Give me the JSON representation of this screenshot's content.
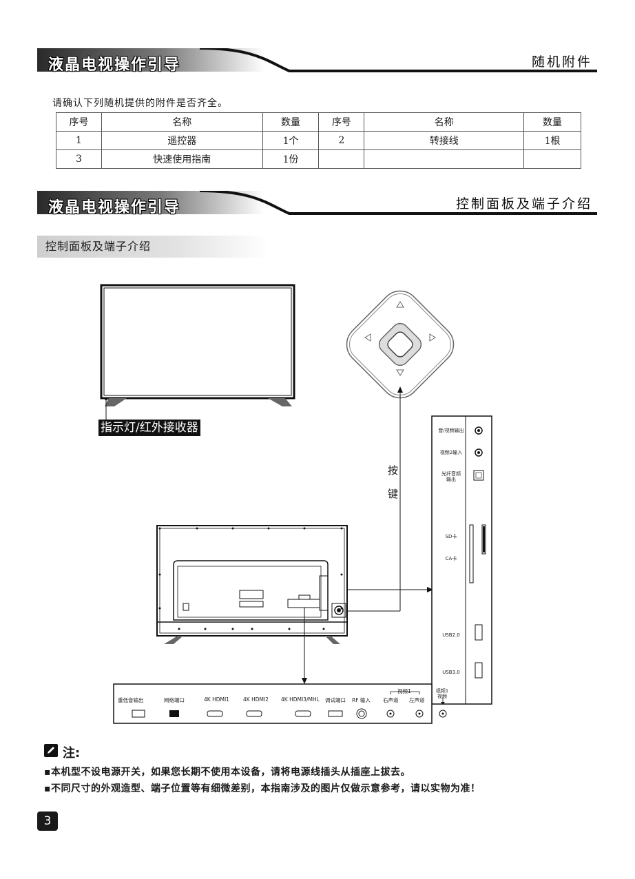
{
  "section1": {
    "title": "液晶电视操作引导",
    "right": "随机附件"
  },
  "intro": "请确认下列随机提供的附件是否齐全。",
  "table": {
    "headers": [
      "序号",
      "名称",
      "数量",
      "序号",
      "名称",
      "数量"
    ],
    "rows": [
      [
        "1",
        "遥控器",
        "1个",
        "2",
        "转接线",
        "1根"
      ],
      [
        "3",
        "快速使用指南",
        "1份",
        "",
        "",
        ""
      ]
    ]
  },
  "section2": {
    "title": "液晶电视操作引导",
    "right": "控制面板及端子介绍"
  },
  "subsection": "控制面板及端子介绍",
  "indicator_label": "指示灯/红外接收器",
  "keys_label": [
    "按",
    "键"
  ],
  "side_panel": {
    "labels": [
      "音/视频输出",
      "视频2输入",
      "光纤音频输出",
      "SD卡",
      "CA卡",
      "USB2.0",
      "USB3.0"
    ],
    "bottom_label": "视频1视频"
  },
  "bottom_panel": {
    "labels": [
      "重低音输出",
      "网络端口",
      "4K HDMI1",
      "4K HDMI2",
      "4K HDMI3/MHL",
      "调试端口",
      "RF 输入",
      "右声道",
      "左声道"
    ],
    "group_label": "视频1"
  },
  "notes": {
    "title": "注:",
    "lines": [
      "▪本机型不设电源开关，如果您长期不使用本设备，请将电源线插头从插座上拔去。",
      "▪不同尺寸的外观造型、端子位置等有细微差别，本指南涉及的图片仅做示意参考，请以实物为准！"
    ]
  },
  "page_number": "3"
}
